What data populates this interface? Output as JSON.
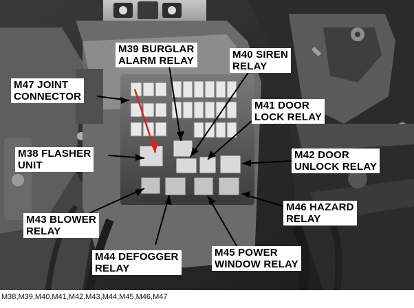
{
  "labels": {
    "m39": [
      "M39 BURGLAR",
      "ALARM RELAY"
    ],
    "m40": [
      "M40 SIREN",
      "RELAY"
    ],
    "m47": [
      "M47 JOINT",
      "CONNECTOR"
    ],
    "m41": [
      "M41 DOOR",
      "LOCK RELAY"
    ],
    "m38": [
      "M38 FLASHER",
      "UNIT"
    ],
    "m42": [
      "M42 DOOR",
      "UNLOCK RELAY"
    ],
    "m43": [
      "M43 BLOWER",
      "RELAY"
    ],
    "m46": [
      "M46 HAZARD",
      "RELAY"
    ],
    "m45": [
      "M45 POWER",
      "WINDOW RELAY"
    ],
    "m44": [
      "M44 DEFOGGER",
      "RELAY"
    ]
  },
  "caption": "M38,M39,M40,M41,M42,M43,M44,M45,M46,M47",
  "colors": {
    "arrow": "#e02020",
    "leader": "#000000"
  }
}
